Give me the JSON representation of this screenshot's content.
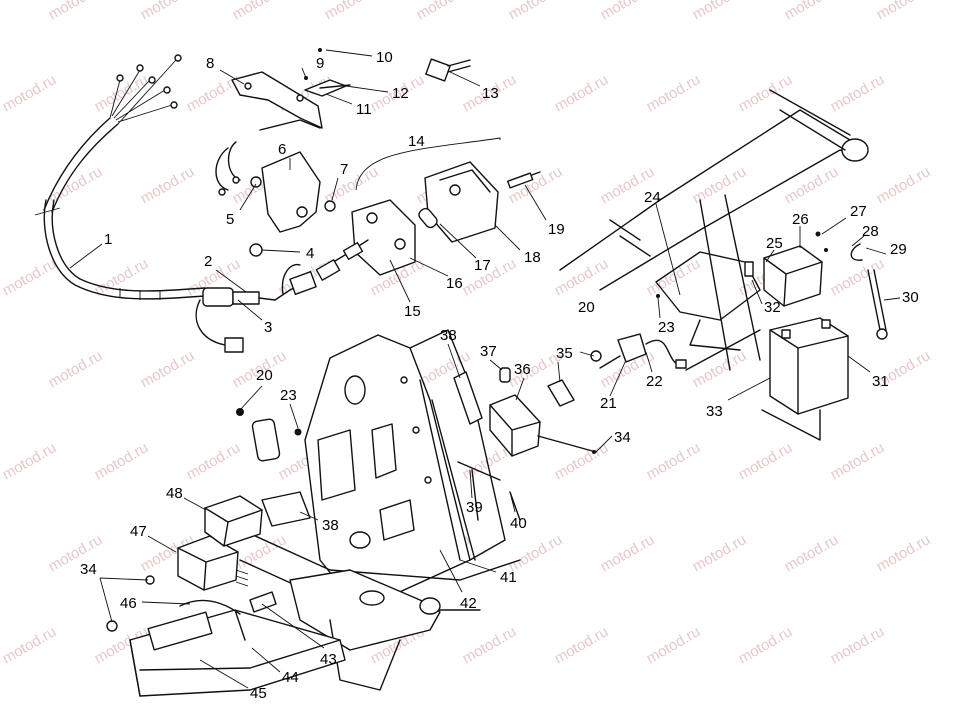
{
  "watermark": {
    "text": "motod.ru",
    "color": "#d49a9a"
  },
  "callouts": [
    "1",
    "2",
    "3",
    "4",
    "5",
    "6",
    "7",
    "8",
    "9",
    "10",
    "11",
    "12",
    "13",
    "14",
    "15",
    "16",
    "17",
    "18",
    "19",
    "20",
    "21",
    "22",
    "23",
    "24",
    "25",
    "26",
    "27",
    "28",
    "29",
    "30",
    "31",
    "32",
    "33",
    "34",
    "35",
    "36",
    "37",
    "38",
    "39",
    "40",
    "41",
    "42",
    "43",
    "44",
    "45",
    "46",
    "47",
    "48"
  ],
  "duplicate_callouts": [
    "20",
    "23",
    "34",
    "38"
  ]
}
